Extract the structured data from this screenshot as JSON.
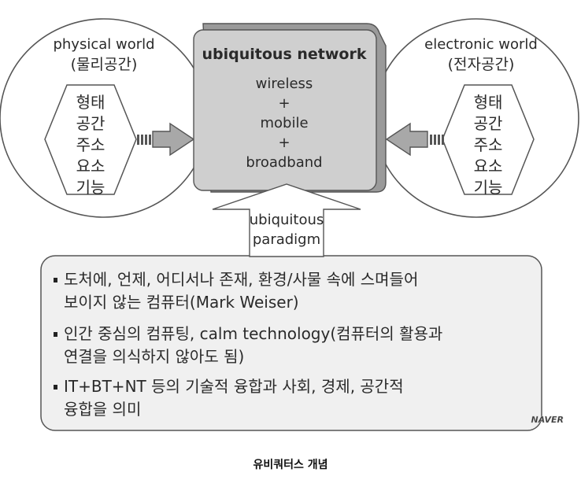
{
  "left_world": {
    "title": "physical world",
    "subtitle": "(물리공간)",
    "items": [
      "형태",
      "공간",
      "주소",
      "요소",
      "기능"
    ]
  },
  "right_world": {
    "title": "electronic world",
    "subtitle": "(전자공간)",
    "items": [
      "형태",
      "공간",
      "주소",
      "요소",
      "기능"
    ]
  },
  "network": {
    "title": "ubiquitous network",
    "lines": [
      "wireless",
      "+",
      "mobile",
      "+",
      "broadband"
    ]
  },
  "paradigm": {
    "lines": [
      "ubiquitous",
      "paradigm"
    ]
  },
  "description": {
    "bullets": [
      [
        "도처에, 언제, 어디서나 존재, 환경/사물 속에 스며들어",
        "보이지 않는 컴퓨터(Mark Weiser)"
      ],
      [
        "인간 중심의 컴퓨팅, calm technology(컴퓨터의 활용과",
        "연결을 의식하지 않아도 됨)"
      ],
      [
        "IT+BT+NT 등의 기술적 융합과 사회, 경제, 공간적",
        "융합을 의미"
      ]
    ]
  },
  "watermark": "NAVER",
  "caption": "유비쿼터스 개념",
  "colors": {
    "box_fill": "#cfcfcf",
    "box_shade": "#9a9a9a",
    "panel_fill": "#f0f0f0",
    "stroke": "#555555"
  }
}
